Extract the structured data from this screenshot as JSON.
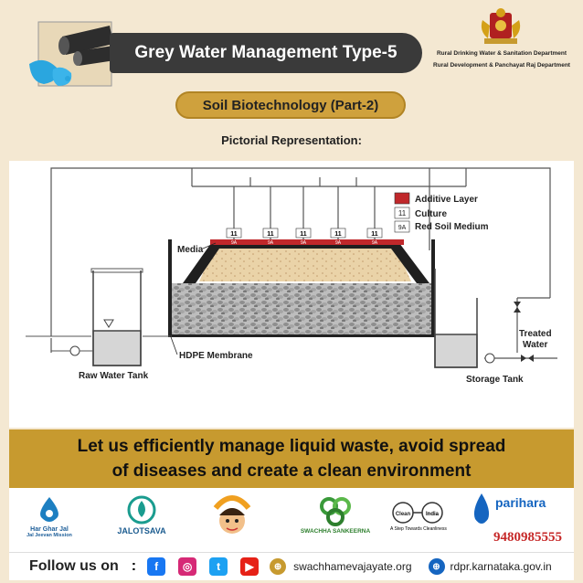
{
  "header": {
    "title": "Grey Water Management Type-5",
    "dept_line1": "Rural Drinking Water & Sanitation Department",
    "dept_line2": "Rural Development & Panchayat Raj Department"
  },
  "subtitle": "Soil Biotechnology (Part-2)",
  "section_label": "Pictorial Representation:",
  "diagram": {
    "legend": [
      {
        "symbol": "",
        "label": "Additive Layer"
      },
      {
        "symbol": "11",
        "label": "Culture"
      },
      {
        "symbol": "9A",
        "label": "Red Soil Medium"
      }
    ],
    "culture_tags": [
      "11",
      "11",
      "11",
      "11",
      "11"
    ],
    "soil_tags": [
      "9A",
      "9A",
      "9A",
      "9A",
      "9A"
    ],
    "labels": {
      "media": "Media",
      "hdpe": "HDPE Membrane",
      "raw_tank": "Raw Water Tank",
      "storage_tank": "Storage Tank",
      "treated_water": "Treated Water"
    }
  },
  "banner": {
    "line1": "Let us efficiently manage liquid waste, avoid spread",
    "line2": "of diseases and create a clean environment"
  },
  "logos": {
    "har_ghar_jal_1": "Har Ghar Jal",
    "har_ghar_jal_2": "Jal Jeevan Mission",
    "jalotsava": "JALOTSAVA",
    "swachha_sankeerna": "SWACHHA SANKEERNA",
    "clean_india": "Clean India",
    "clean_india_tag": "A Step Towards Cleanliness",
    "parihara_name": "parihara",
    "parihara_phone": "9480985555"
  },
  "footer": {
    "follow": "Follow us on",
    "colon": ":",
    "site1": "swachhamevajayate.org",
    "site2": "rdpr.karnataka.gov.in"
  },
  "colors": {
    "title_bg": "#3a3a3a",
    "gold": "#c79a2f",
    "additive": "#c0282b",
    "page_bg": "#f4e8d2"
  }
}
